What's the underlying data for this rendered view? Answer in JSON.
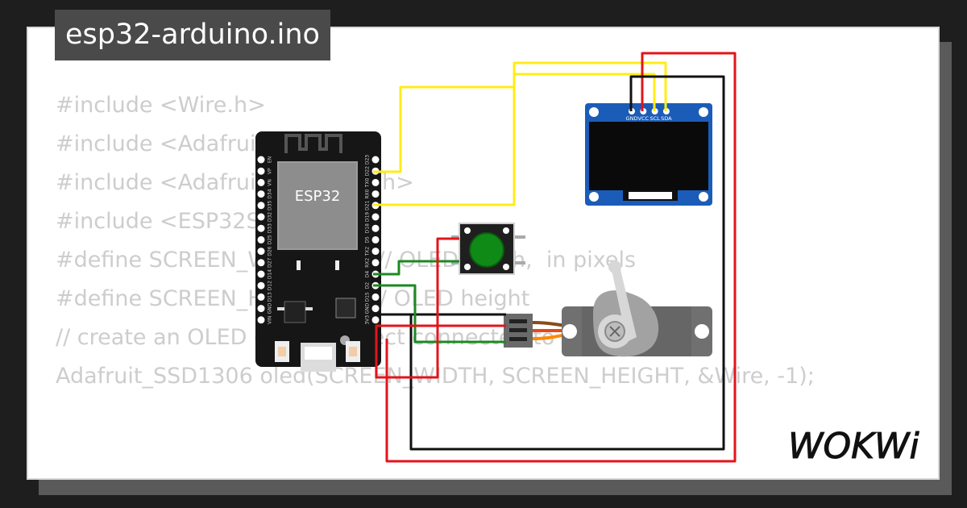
{
  "window": {
    "title": "esp32-arduino.ino"
  },
  "code_lines": [
    "#include <Wire.h>",
    "#include <Adafruit_GFX.h>",
    "#include <Adafruit_SSD1306.h>",
    "#include <ESP32Servo.h>",
    "",
    "#define SCREEN_WIDTH 128 // OLED width,  in pixels",
    "#define SCREEN_HEIGHT 64 // OLED height",
    "",
    "// create an OLED display object connected to I2C",
    "Adafruit_SSD1306 oled(SCREEN_WIDTH, SCREEN_HEIGHT, &Wire, -1);"
  ],
  "esp32": {
    "label": "ESP32",
    "pins_right": [
      "D23",
      "D22",
      "TX0",
      "RX0",
      "D21",
      "D19",
      "D18",
      "D5",
      "TX2",
      "RX2",
      "D4",
      "D2",
      "D15",
      "GND",
      "3V3"
    ],
    "pins_left": [
      "EN",
      "VP",
      "VN",
      "D34",
      "D35",
      "D32",
      "D33",
      "D25",
      "D26",
      "D27",
      "D14",
      "D12",
      "D13",
      "GND",
      "VIN"
    ]
  },
  "oled": {
    "pins": [
      "GND",
      "VCC",
      "SCL",
      "SDA"
    ]
  },
  "logo": {
    "text": "WOKWi"
  },
  "colors": {
    "title_bg": "#4a4a4a",
    "wire_yellow": "#ffec17",
    "wire_red": "#e3141b",
    "wire_black": "#111111",
    "wire_green": "#1a8a22",
    "oled_board": "#1b5cb8",
    "button_green": "#0f8a16",
    "background": "#1e1e1e"
  }
}
